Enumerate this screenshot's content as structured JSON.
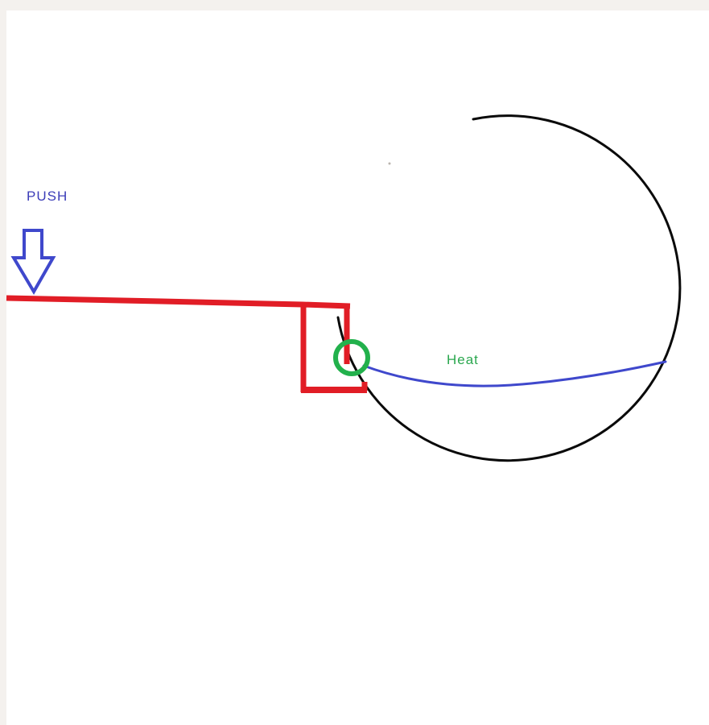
{
  "title": "hand-drawn physics sketch",
  "labels": {
    "push": "PUSH",
    "heat": "Heat"
  },
  "colors": {
    "red": "#e11d26",
    "blue": "#3f48cc",
    "blue_text": "#3c3db8",
    "green": "#22b14c",
    "green_text": "#2aa74e",
    "black": "#0a0a0a",
    "background": "#ffffff",
    "margin": "#f4f1ee",
    "speck": "#b9b4ae"
  },
  "icons": {
    "push_arrow": "down-arrow-outline"
  }
}
